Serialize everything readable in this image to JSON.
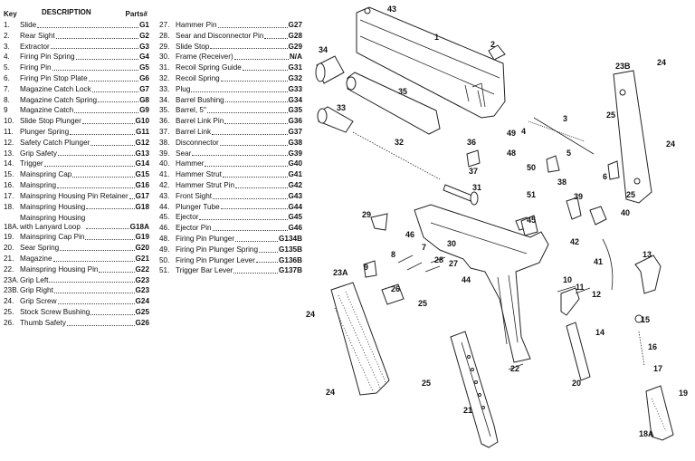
{
  "header": {
    "key": "Key",
    "description": "DESCRIPTION",
    "parts": "Parts#"
  },
  "parts_left": [
    {
      "key": "1.",
      "desc": "Slide",
      "part": "G1"
    },
    {
      "key": "2.",
      "desc": "Rear Sight",
      "part": "G2"
    },
    {
      "key": "3.",
      "desc": "Extractor",
      "part": "G3"
    },
    {
      "key": "4.",
      "desc": "Firing Pin Spring",
      "part": "G4"
    },
    {
      "key": "5.",
      "desc": "Firing Pin",
      "part": "G5"
    },
    {
      "key": "6.",
      "desc": "Firing Pin Stop Plate",
      "part": "G6"
    },
    {
      "key": "7.",
      "desc": "Magazine Catch Lock",
      "part": "G7"
    },
    {
      "key": "8.",
      "desc": "Magazine Catch Spring",
      "part": "G8"
    },
    {
      "key": "9",
      "desc": "Magazine Catch",
      "part": "G9"
    },
    {
      "key": "10.",
      "desc": "Slide Stop Plunger",
      "part": "G10"
    },
    {
      "key": "11.",
      "desc": "Plunger Spring",
      "part": "G11"
    },
    {
      "key": "12.",
      "desc": "Safety Catch Plunger",
      "part": "G12"
    },
    {
      "key": "13.",
      "desc": "Grip Safety",
      "part": "G13"
    },
    {
      "key": "14.",
      "desc": "Trigger",
      "part": "G14"
    },
    {
      "key": "15.",
      "desc": "Mainspring Cap",
      "part": "G15"
    },
    {
      "key": "16.",
      "desc": "Mainspring",
      "part": "G16"
    },
    {
      "key": "17.",
      "desc": "Mainspring Housing Pin Retainer",
      "part": "G17"
    },
    {
      "key": "18.",
      "desc": "Mainspring Housing",
      "part": "G18"
    },
    {
      "key": "18A.",
      "desc": "Mainspring Housing\nwith Lanyard Loop",
      "part": "G18A",
      "two": true
    },
    {
      "key": "19.",
      "desc": "Mainspring Cap Pin",
      "part": "G19"
    },
    {
      "key": "20.",
      "desc": "Sear Spring",
      "part": "G20"
    },
    {
      "key": "21.",
      "desc": "Magazine",
      "part": "G21"
    },
    {
      "key": "22.",
      "desc": "Mainspring Housing Pin",
      "part": "G22"
    },
    {
      "key": "23A.",
      "desc": "Grip Left",
      "part": "G23"
    },
    {
      "key": "23B.",
      "desc": "Grip Right",
      "part": "G23"
    },
    {
      "key": "24.",
      "desc": "Grip Screw",
      "part": "G24"
    },
    {
      "key": "25.",
      "desc": "Stock Screw Bushing",
      "part": "G25"
    },
    {
      "key": "26.",
      "desc": "Thumb Safety",
      "part": "G26"
    }
  ],
  "parts_right": [
    {
      "key": "27.",
      "desc": "Hammer Pin",
      "part": "G27"
    },
    {
      "key": "28.",
      "desc": "Sear and Disconnector Pin",
      "part": "G28"
    },
    {
      "key": "29.",
      "desc": "Slide Stop",
      "part": "G29"
    },
    {
      "key": "30.",
      "desc": "Frame (Receiver)",
      "part": "N/A"
    },
    {
      "key": "31.",
      "desc": "Recoil Spring Guide",
      "part": "G31"
    },
    {
      "key": "32.",
      "desc": "Recoil Spring",
      "part": "G32"
    },
    {
      "key": "33.",
      "desc": "Plug",
      "part": "G33"
    },
    {
      "key": "34.",
      "desc": "Barrel Bushing",
      "part": "G34"
    },
    {
      "key": "35.",
      "desc": "Barrel, 5\"",
      "part": "G35"
    },
    {
      "key": "36.",
      "desc": "Barrel Link Pin",
      "part": "G36"
    },
    {
      "key": "37.",
      "desc": "Barrel Link",
      "part": "G37"
    },
    {
      "key": "38.",
      "desc": "Disconnector",
      "part": "G38"
    },
    {
      "key": "39.",
      "desc": "Sear",
      "part": "G39"
    },
    {
      "key": "40.",
      "desc": "Hammer",
      "part": "G40"
    },
    {
      "key": "41.",
      "desc": "Hammer Strut",
      "part": "G41"
    },
    {
      "key": "42.",
      "desc": "Hammer Strut Pin",
      "part": "G42"
    },
    {
      "key": "43.",
      "desc": "Front Sight",
      "part": "G43"
    },
    {
      "key": "44.",
      "desc": "Plunger Tube",
      "part": "G44"
    },
    {
      "key": "45.",
      "desc": "Ejector",
      "part": "G45"
    },
    {
      "key": "46.",
      "desc": "Ejector Pin",
      "part": "G46"
    },
    {
      "key": "48.",
      "desc": "Firing Pin Plunger",
      "part": "G134B"
    },
    {
      "key": "49.",
      "desc": "Firing Pin Plunger Spring",
      "part": "G135B"
    },
    {
      "key": "50.",
      "desc": "Firing Pin Plunger Lever",
      "part": "G136B"
    },
    {
      "key": "51.",
      "desc": "Trigger Bar Lever",
      "part": "G137B"
    }
  ],
  "diagram": {
    "callouts": [
      "43",
      "1",
      "2",
      "34",
      "35",
      "33",
      "32",
      "36",
      "37",
      "31",
      "3",
      "4",
      "49",
      "48",
      "5",
      "50",
      "51",
      "23B",
      "24",
      "25",
      "6",
      "38",
      "39",
      "40",
      "42",
      "41",
      "13",
      "45",
      "29",
      "46",
      "8",
      "7",
      "9",
      "26",
      "28",
      "27",
      "30",
      "44",
      "23A",
      "10",
      "11",
      "12",
      "14",
      "15",
      "16",
      "17",
      "19",
      "18A",
      "20",
      "22",
      "21"
    ]
  }
}
